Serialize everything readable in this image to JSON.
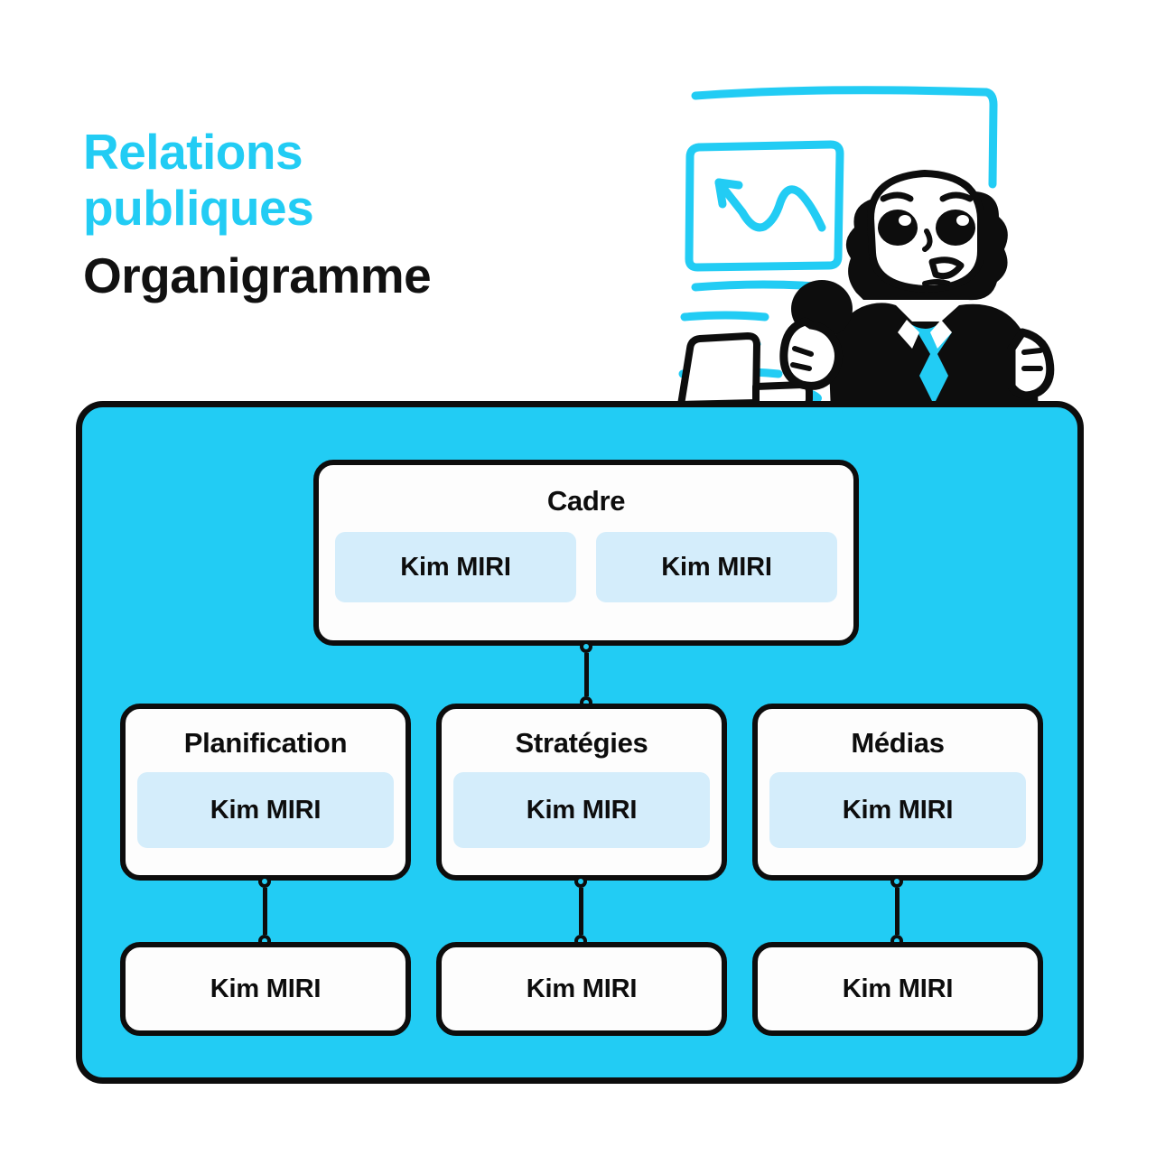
{
  "header": {
    "title_line1": "Relations",
    "title_line2": "publiques",
    "subtitle": "Organigramme"
  },
  "colors": {
    "accent_cyan": "#22CCF4",
    "chip_blue": "#D4EDFB",
    "outline_black": "#0D0D0D",
    "card_white": "#FDFDFD",
    "page_background": "#FFFFFF"
  },
  "illustration": {
    "name": "presenter-with-whiteboard",
    "elements": [
      "whiteboard-frame",
      "growth-chart-arrow",
      "text-lines",
      "laptop",
      "presenter-character",
      "microphone",
      "cyan-necktie"
    ]
  },
  "org_chart": {
    "top": {
      "title": "Cadre",
      "members": [
        "Kim MIRI",
        "Kim MIRI"
      ]
    },
    "middle": [
      {
        "title": "Planification",
        "member": "Kim MIRI"
      },
      {
        "title": "Stratégies",
        "member": "Kim MIRI"
      },
      {
        "title": "Médias",
        "member": "Kim MIRI"
      }
    ],
    "bottom": [
      {
        "member": "Kim MIRI"
      },
      {
        "member": "Kim MIRI"
      },
      {
        "member": "Kim MIRI"
      }
    ]
  }
}
